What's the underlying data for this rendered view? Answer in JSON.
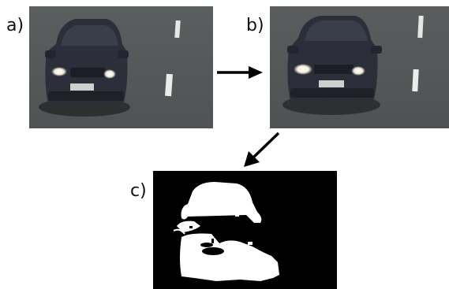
{
  "panels": [
    {
      "label": "a)",
      "description_role": "input-frame"
    },
    {
      "label": "b)",
      "description_role": "processed-frame"
    },
    {
      "label": "c)",
      "description_role": "binary-mask"
    }
  ],
  "colors": {
    "road": "#55585a",
    "car_body": "#2b2e38",
    "mask_background": "#000000",
    "mask_foreground": "#ffffff",
    "arrow": "#000000"
  }
}
